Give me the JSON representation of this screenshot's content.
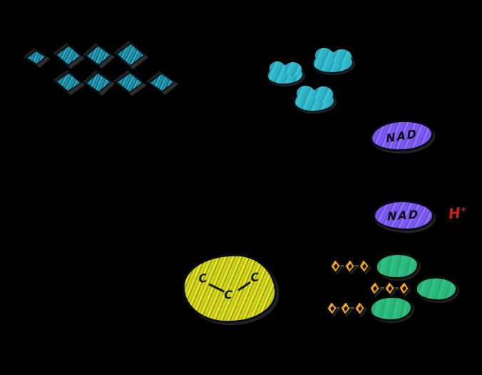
{
  "labels": {
    "nad_top": "NAD",
    "nad_bottom": "NAD",
    "hydrogen": "H",
    "hydrogen_sup": "+",
    "carbons": [
      "C",
      "C",
      "C"
    ]
  },
  "icons": {
    "sugar": "teal-diamond-icon",
    "gas": "cyan-cloud-icon",
    "nad_carrier": "purple-ellipse-icon",
    "pyruvate": "yellow-blob-icon",
    "phosphate": "orange-diamond-icon",
    "adenosine": "green-ellipse-icon"
  },
  "structure": {
    "sugar_diamonds_row1": 4,
    "sugar_diamonds_row2": 4,
    "clouds": 3,
    "nad_ellipses": 2,
    "pyruvate_carbons": 3,
    "atp_molecules": 3,
    "phosphates_per_atp": 3
  },
  "colors": {
    "background": "#000000",
    "teal": "#2093ad",
    "cyan": "#2fb3c5",
    "purple": "#7b5cf0",
    "red": "#cc2020",
    "yellow": "#d4d61c",
    "orange": "#f3a61e",
    "green": "#2bb87c"
  }
}
